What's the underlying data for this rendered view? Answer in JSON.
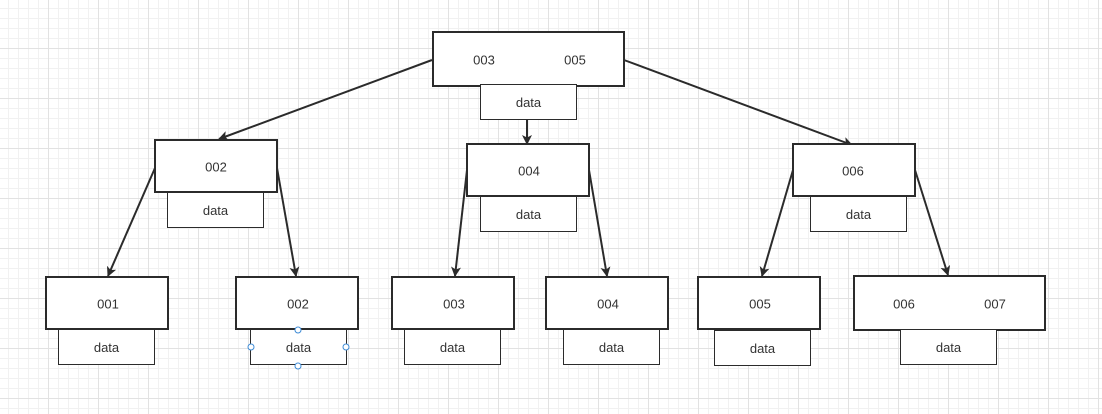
{
  "nodes": {
    "root": {
      "keys": [
        "003",
        "005"
      ],
      "data_label": "data"
    },
    "n002": {
      "keys": [
        "002"
      ],
      "data_label": "data"
    },
    "n004": {
      "keys": [
        "004"
      ],
      "data_label": "data"
    },
    "n006": {
      "keys": [
        "006"
      ],
      "data_label": "data"
    },
    "leaf001": {
      "keys": [
        "001"
      ],
      "data_label": "data"
    },
    "leaf002": {
      "keys": [
        "002"
      ],
      "data_label": "data"
    },
    "leaf003": {
      "keys": [
        "003"
      ],
      "data_label": "data"
    },
    "leaf004": {
      "keys": [
        "004"
      ],
      "data_label": "data"
    },
    "leaf005": {
      "keys": [
        "005"
      ],
      "data_label": "data"
    },
    "leaf006": {
      "keys": [
        "006",
        "007"
      ],
      "data_label": "data"
    }
  },
  "edges": [
    [
      "root",
      "n002"
    ],
    [
      "root",
      "n004"
    ],
    [
      "root",
      "n006"
    ],
    [
      "n002",
      "leaf001"
    ],
    [
      "n002",
      "leaf002"
    ],
    [
      "n004",
      "leaf003"
    ],
    [
      "n004",
      "leaf004"
    ],
    [
      "n006",
      "leaf005"
    ],
    [
      "n006",
      "leaf006"
    ]
  ],
  "selected_node": "leaf002"
}
